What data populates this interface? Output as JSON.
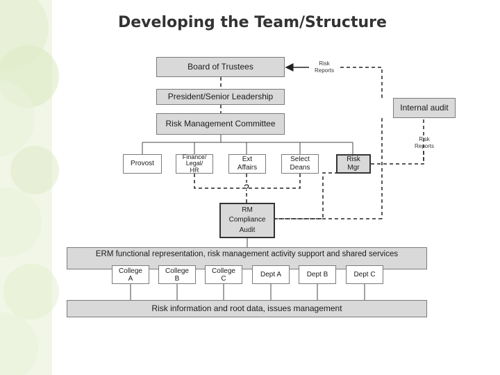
{
  "title": "Developing the Team/Structure",
  "nodes": {
    "board": "Board of Trustees",
    "president": "President/Senior Leadership",
    "internal_audit": "Internal audit",
    "rmc": "Risk Management Committee",
    "provost": "Provost",
    "finance": "Finance/\nLegal/\nHR",
    "ext_affairs": "Ext\nAffairs",
    "select_deans": "Select\nDeans",
    "risk_mgr": "Risk\nMgr",
    "question": "?",
    "rm_compliance": "RM\nCompliance\nAudit",
    "erm": "ERM functional representation, risk management activity support and shared services",
    "college_a": "College\nA",
    "college_b": "College\nB",
    "college_c": "College\nC",
    "dept_a": "Dept A",
    "dept_b": "Dept B",
    "dept_c": "Dept C",
    "risk_info": "Risk information and root data, issues management"
  },
  "labels": {
    "risk_reports_top": "Risk\nReports",
    "risk_reports_right": "Risk\nReports"
  },
  "colors": {
    "box_fill": "#d9d9d9",
    "box_border": "#7a7a7a",
    "title": "#333333",
    "line": "#444444",
    "dashed": "#222222",
    "decor_green": "#d6e8b8"
  }
}
